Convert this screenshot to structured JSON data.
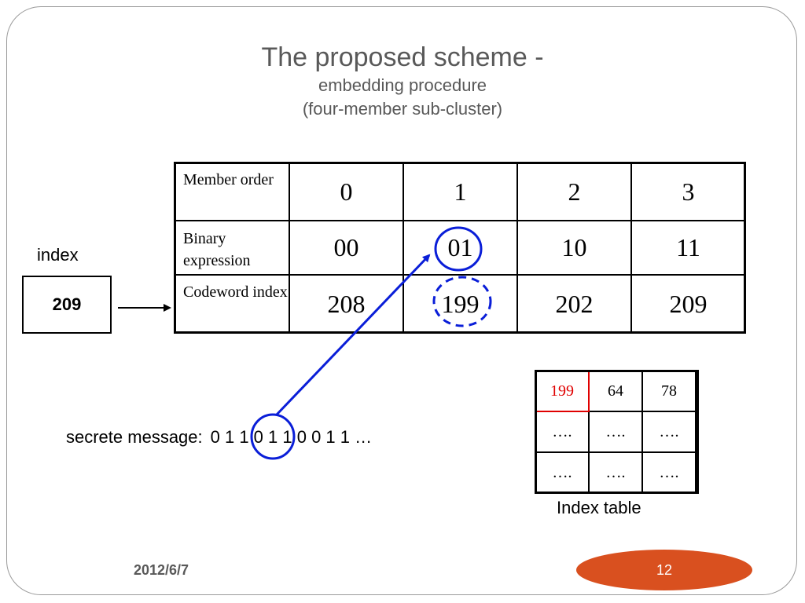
{
  "title": {
    "line1": "The proposed scheme -",
    "line2": "embedding procedure",
    "line3": "(four-member sub-cluster)"
  },
  "table": {
    "rows": [
      {
        "label": "Member order",
        "values": [
          "0",
          "1",
          "2",
          "3"
        ]
      },
      {
        "label": "Binary expression",
        "values": [
          "00",
          "01",
          "10",
          "11"
        ]
      },
      {
        "label": "Codeword index",
        "values": [
          "208",
          "199",
          "202",
          "209"
        ]
      }
    ]
  },
  "index_label": "index",
  "index_value": "209",
  "secret": {
    "label": "secrete message:",
    "bits": "0 1 1 0 1 1 0 0 1 1 …"
  },
  "index_table": {
    "rows": [
      [
        "199",
        "64",
        "78"
      ],
      [
        "….",
        "….",
        "…."
      ],
      [
        "….",
        "….",
        "…."
      ]
    ],
    "caption": "Index table"
  },
  "footer": {
    "date": "2012/6/7",
    "page": "12"
  },
  "colors": {
    "title": "#595959",
    "highlight_circle": "#0a1ed8",
    "highlight_red": "#e00000",
    "badge": "#d9501f"
  }
}
